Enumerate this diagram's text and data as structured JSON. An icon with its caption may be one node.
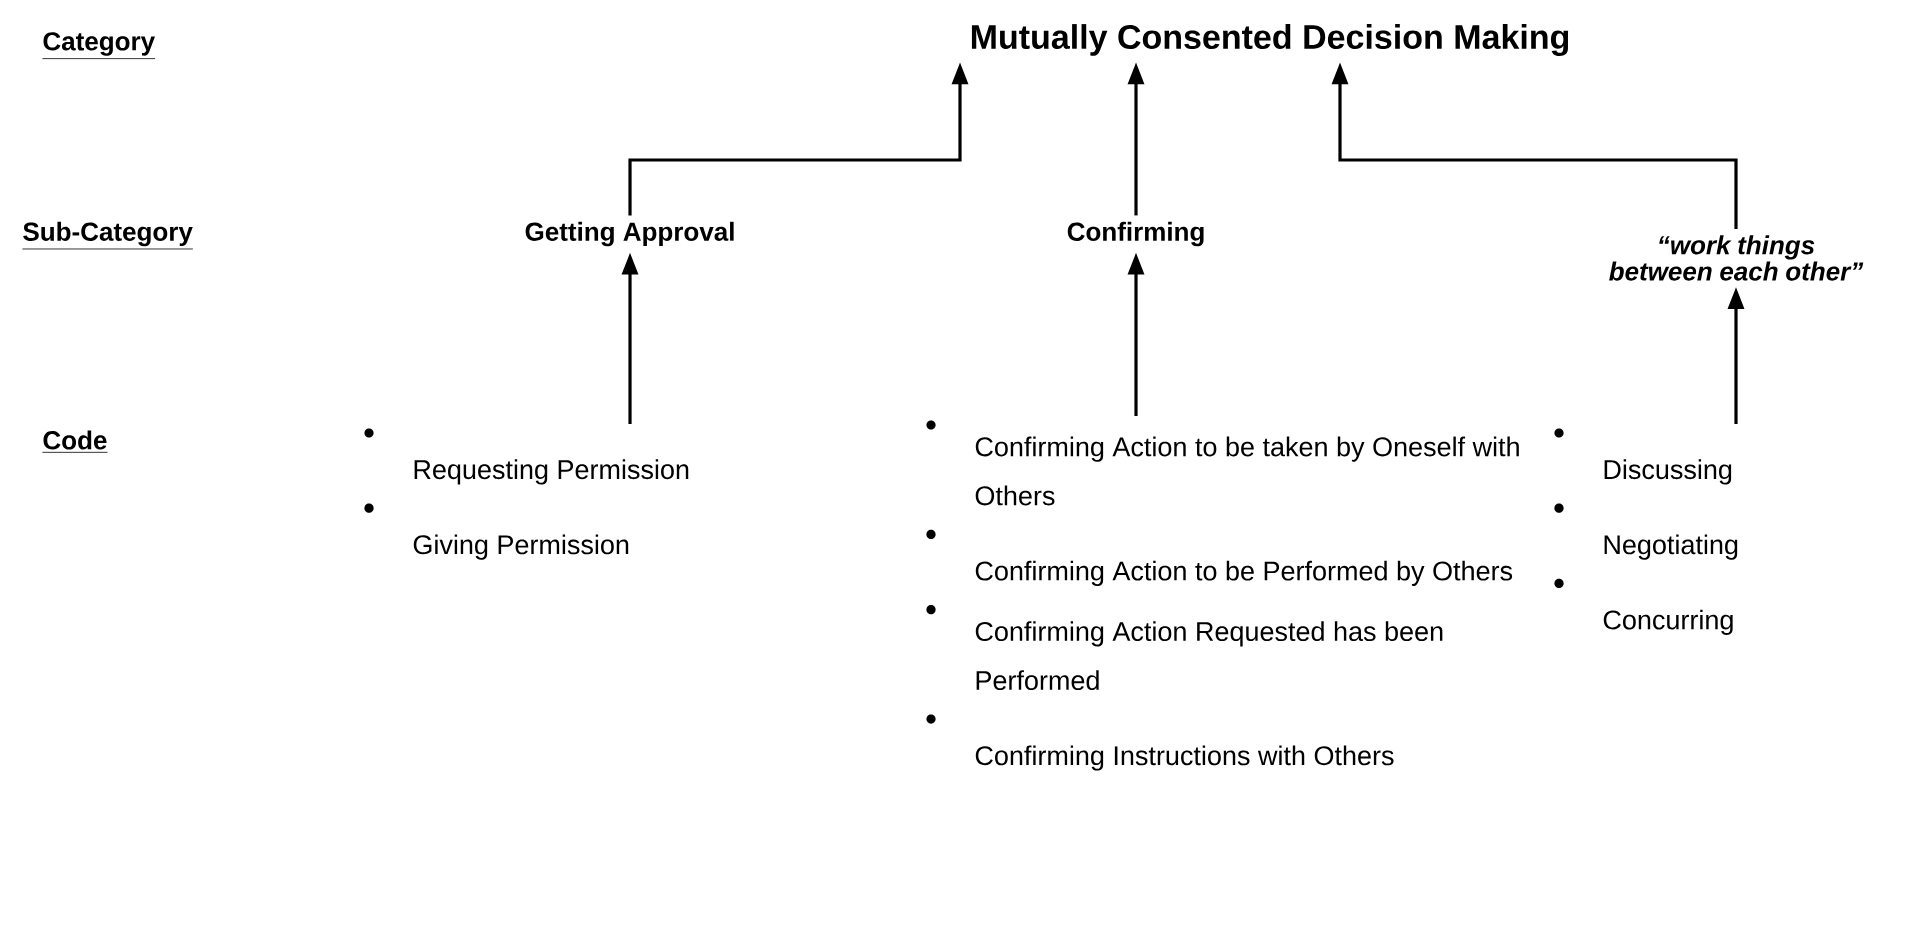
{
  "diagram": {
    "nodes": [
      {
        "text": [
          "Mutually Consented Decision Making"
        ]
      },
      {
        "text": [
          "Getting Approval"
        ]
      },
      {
        "text": [
          "Confirming"
        ]
      },
      {
        "text": [
          "“work things between each other”"
        ]
      },
      {
        "text": [
          "Requesting Permission",
          "Giving Permission"
        ]
      },
      {
        "text": [
          "Confirming Action to be taken by Oneself with Others",
          "Confirming Action to be Performed by Others",
          "Confirming Action Requested has been Performed",
          "Confirming Instructions with Others"
        ]
      },
      {
        "text": [
          "Discussing",
          "Negotiating",
          "Concurring"
        ]
      }
    ],
    "edges": [
      {
        "from": 1,
        "to": 0,
        "arrow": "to"
      },
      {
        "from": 2,
        "to": 0,
        "arrow": "to"
      },
      {
        "from": 3,
        "to": 0,
        "arrow": "to"
      },
      {
        "from": 4,
        "to": 1,
        "arrow": "to"
      },
      {
        "from": 5,
        "to": 2,
        "arrow": "to"
      },
      {
        "from": 6,
        "to": 3,
        "arrow": "to"
      }
    ],
    "labels": [
      "Category",
      "Sub-Category",
      "Code"
    ]
  }
}
